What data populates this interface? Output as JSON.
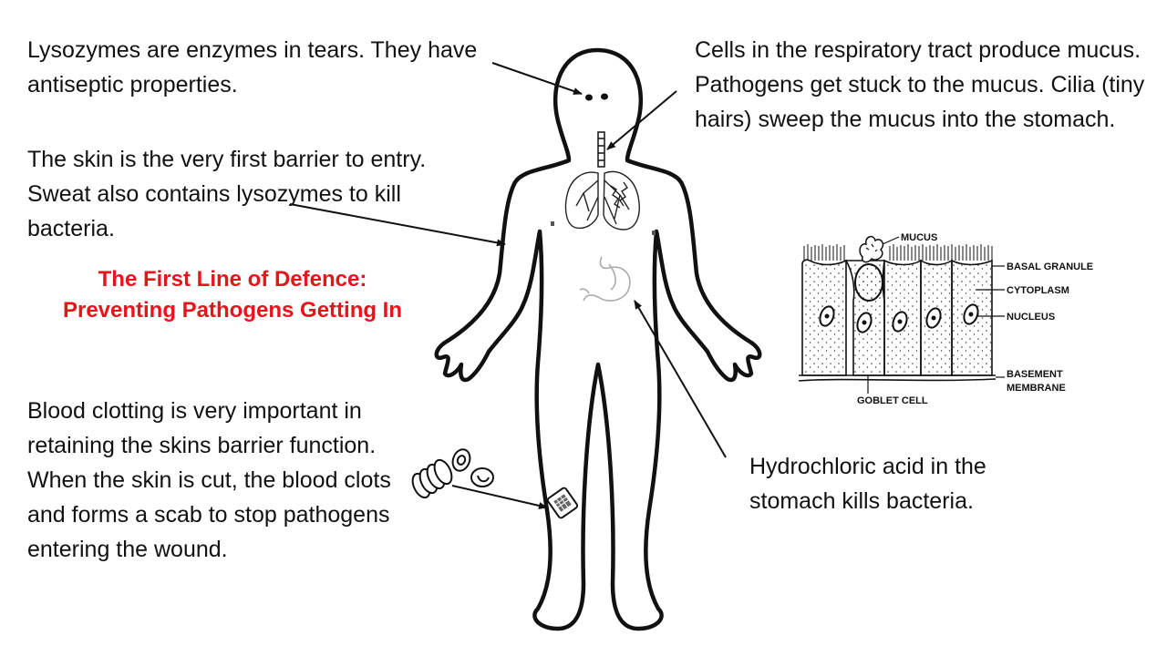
{
  "annotations": {
    "tears": "Lysozymes are enzymes in tears. They have antiseptic properties.",
    "skin": "The skin is the very first barrier to entry. Sweat also contains lysozymes to kill bacteria.",
    "blood": "Blood clotting is very important in retaining the skins barrier function. When the skin is cut, the blood clots and forms a scab to stop pathogens entering the wound.",
    "respiratory": "Cells in the respiratory tract produce mucus. Pathogens get stuck to the mucus. Cilia (tiny hairs) sweep the mucus into the stomach.",
    "stomach": "Hydrochloric acid in the stomach kills bacteria."
  },
  "title": {
    "line1": "The First Line of Defence:",
    "line2": "Preventing Pathogens Getting In"
  },
  "cell_diagram": {
    "labels": {
      "mucus": "MUCUS",
      "basal_granule": "BASAL GRANULE",
      "cytoplasm": "CYTOPLASM",
      "nucleus": "NUCLEUS",
      "basement_1": "BASEMENT",
      "basement_2": "MEMBRANE",
      "goblet": "GOBLET CELL"
    }
  },
  "colors": {
    "title": "#e8141b",
    "text": "#111111",
    "outline": "#111111"
  }
}
